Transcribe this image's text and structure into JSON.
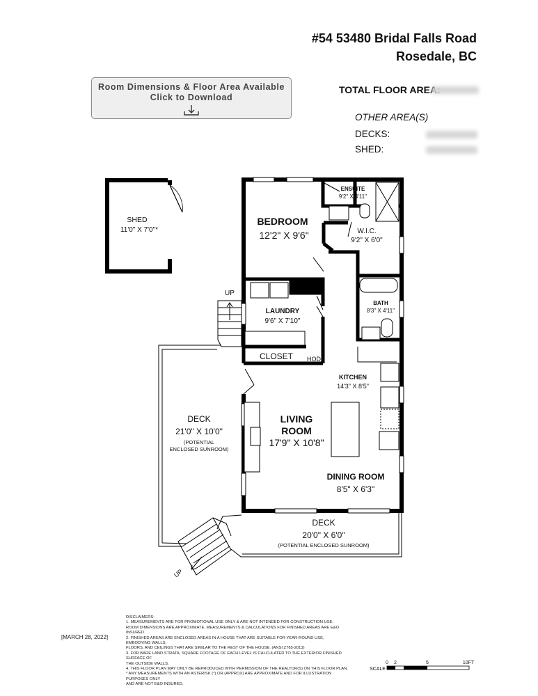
{
  "header": {
    "address_line1": "#54 53480 Bridal Falls Road",
    "address_line2": "Rosedale, BC"
  },
  "download_button": {
    "line1": "Room Dimensions & Floor Area Available",
    "line2": "Click to Download"
  },
  "areas": {
    "total_label": "TOTAL FLOOR AREA:",
    "other_label": "OTHER AREA(S)",
    "decks_label": "DECKS:",
    "shed_label": "SHED:"
  },
  "rooms": {
    "shed": {
      "name": "SHED",
      "dims": "11'0\" X 7'0\"*"
    },
    "bedroom": {
      "name": "BEDROOM",
      "dims": "12'2\" X 9'6\""
    },
    "ensuite": {
      "name": "ENSUITE",
      "dims": "9'2\" X 4'11\""
    },
    "wic": {
      "name": "W.I.C.",
      "dims": "9'2\" X 6'0\""
    },
    "bath": {
      "name": "BATH",
      "dims": "8'3\" X 4'11\""
    },
    "laundry": {
      "name": "LAUNDRY",
      "dims": "9'6\" X 7'10\""
    },
    "closet": {
      "name": "CLOSET"
    },
    "hod": {
      "name": "HOD"
    },
    "kitchen": {
      "name": "KITCHEN",
      "dims": "14'3\" X 8'5\""
    },
    "living_line1": "LIVING",
    "living_line2": "ROOM",
    "living_dims": "17'9\" X 10'8\"",
    "dining": {
      "name": "DINING ROOM",
      "dims": "8'5\" X 6'3\""
    },
    "deck_left": {
      "name": "DECK",
      "dims": "21'0\" X 10'0\"",
      "note1": "(POTENTIAL",
      "note2": "ENCLOSED SUNROOM)"
    },
    "deck_bottom": {
      "name": "DECK",
      "dims": "20'0\" X 6'0\"",
      "note": "(POTENTIAL ENCLOSED SUNROOM)"
    },
    "up_top": "UP",
    "up_bottom": "UP"
  },
  "scale": {
    "label": "SCALE",
    "ticks": [
      "0",
      "2",
      "5",
      "10FT"
    ]
  },
  "disclaimers": {
    "title": "DISCLAIMERS:",
    "lines": [
      "1. MEASUREMENTS ARE FOR PROMOTIONAL USE ONLY & ARE NOT INTENDED FOR CONSTRUCTION USE.",
      "ROOM DIMENSIONS ARE APPROXIMATE. MEASUREMENTS & CALCULATIONS FOR FINISHED AREAS ARE E&O INSURED.",
      "2. FINISHED AREAS ARE ENCLOSED AREAS IN A HOUSE THAT ARE SUITABLE FOR YEAR-ROUND USE, EMBODYING WALLS,",
      "FLOORS, AND CEILINGS THAT ARE SIMILAR TO THE REST OF THE HOUSE. (ANSI Z765-2013)",
      "3. FOR BARE LAND STRATA, SQUARE FOOTAGE OF EACH LEVEL IS CALCULATED TO THE EXTERIOR FINISHED SURFACE OF",
      "THE OUTSIDE WALLS.",
      "4. THIS FLOOR PLAN MAY ONLY BE REPRODUCED WITH PERMISSION OF THE REALTOR(S) ON THIS FLOOR PLAN.",
      "* ANY MEASUREMENTS WITH AN ASTERISK (*) OR (APPROX) ARE APPROXIMATE AND FOR ILLUSTRATION PURPOSES ONLY",
      "AND ARE NOT E&O INSURED."
    ]
  },
  "date": "[MARCH 28, 2022]"
}
